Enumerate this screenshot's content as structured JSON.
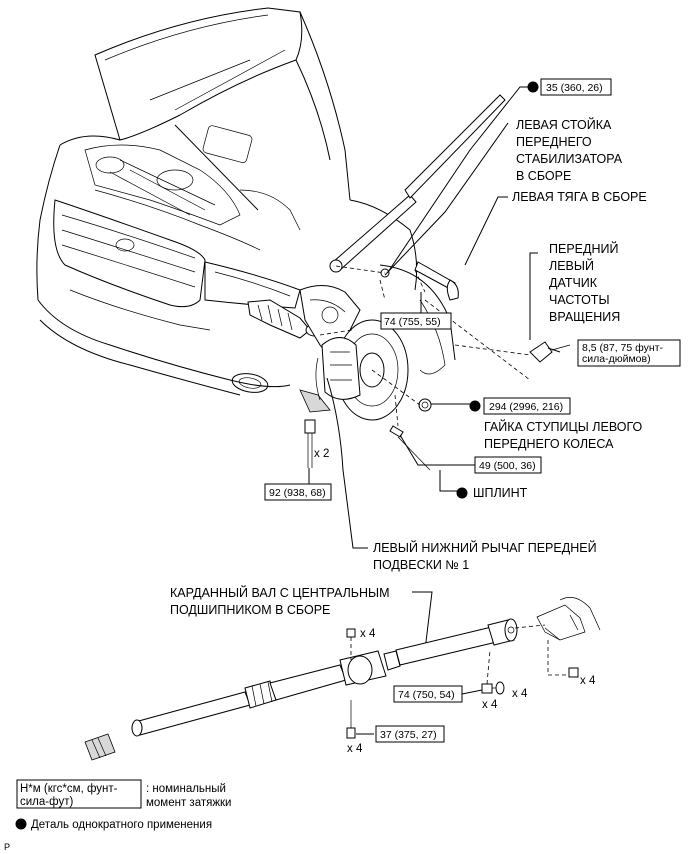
{
  "labels": {
    "stabilizer_link": [
      "ЛЕВАЯ СТОЙКА",
      "ПЕРЕДНЕГО",
      "СТАБИЛИЗАТОРА",
      "В СБОРЕ"
    ],
    "tie_rod": "ЛЕВАЯ ТЯГА В СБОРЕ",
    "speed_sensor": [
      "ПЕРЕДНИЙ",
      "ЛЕВЫЙ",
      "ДАТЧИК",
      "ЧАСТОТЫ",
      "ВРАЩЕНИЯ"
    ],
    "hub_nut": [
      "ГАЙКА СТУПИЦЫ ЛЕВОГО",
      "ПЕРЕДНЕГО КОЛЕСА"
    ],
    "cotter_pin": "ШПЛИНТ",
    "lower_arm": [
      "ЛЕВЫЙ НИЖНИЙ РЫЧАГ ПЕРЕДНЕЙ",
      "ПОДВЕСКИ № 1"
    ],
    "propeller_shaft": [
      "КАРДАННЫЙ ВАЛ С ЦЕНТРАЛЬНЫМ",
      "ПОДШИПНИКОМ В СБОРЕ"
    ]
  },
  "torques": {
    "t35": "35 (360, 26)",
    "t74a": "74 (755, 55)",
    "t85": [
      "8,5 (87, 75 фунт-",
      "сила-дюймов)"
    ],
    "t294": "294 (2996, 216)",
    "t49": "49 (500, 36)",
    "t92": "92 (938, 68)",
    "t74b": "74 (750, 54)",
    "t37": "37 (375, 27)"
  },
  "quantities": {
    "x2": "x 2",
    "x4": "x 4"
  },
  "legend": {
    "torque_unit": [
      "Н*м (кгс*см, фунт-",
      "сила-фут)"
    ],
    "torque_desc": [
      ": номинальный",
      "момент затяжки"
    ],
    "single_use": "Деталь однократного применения"
  },
  "corner_mark": "P"
}
